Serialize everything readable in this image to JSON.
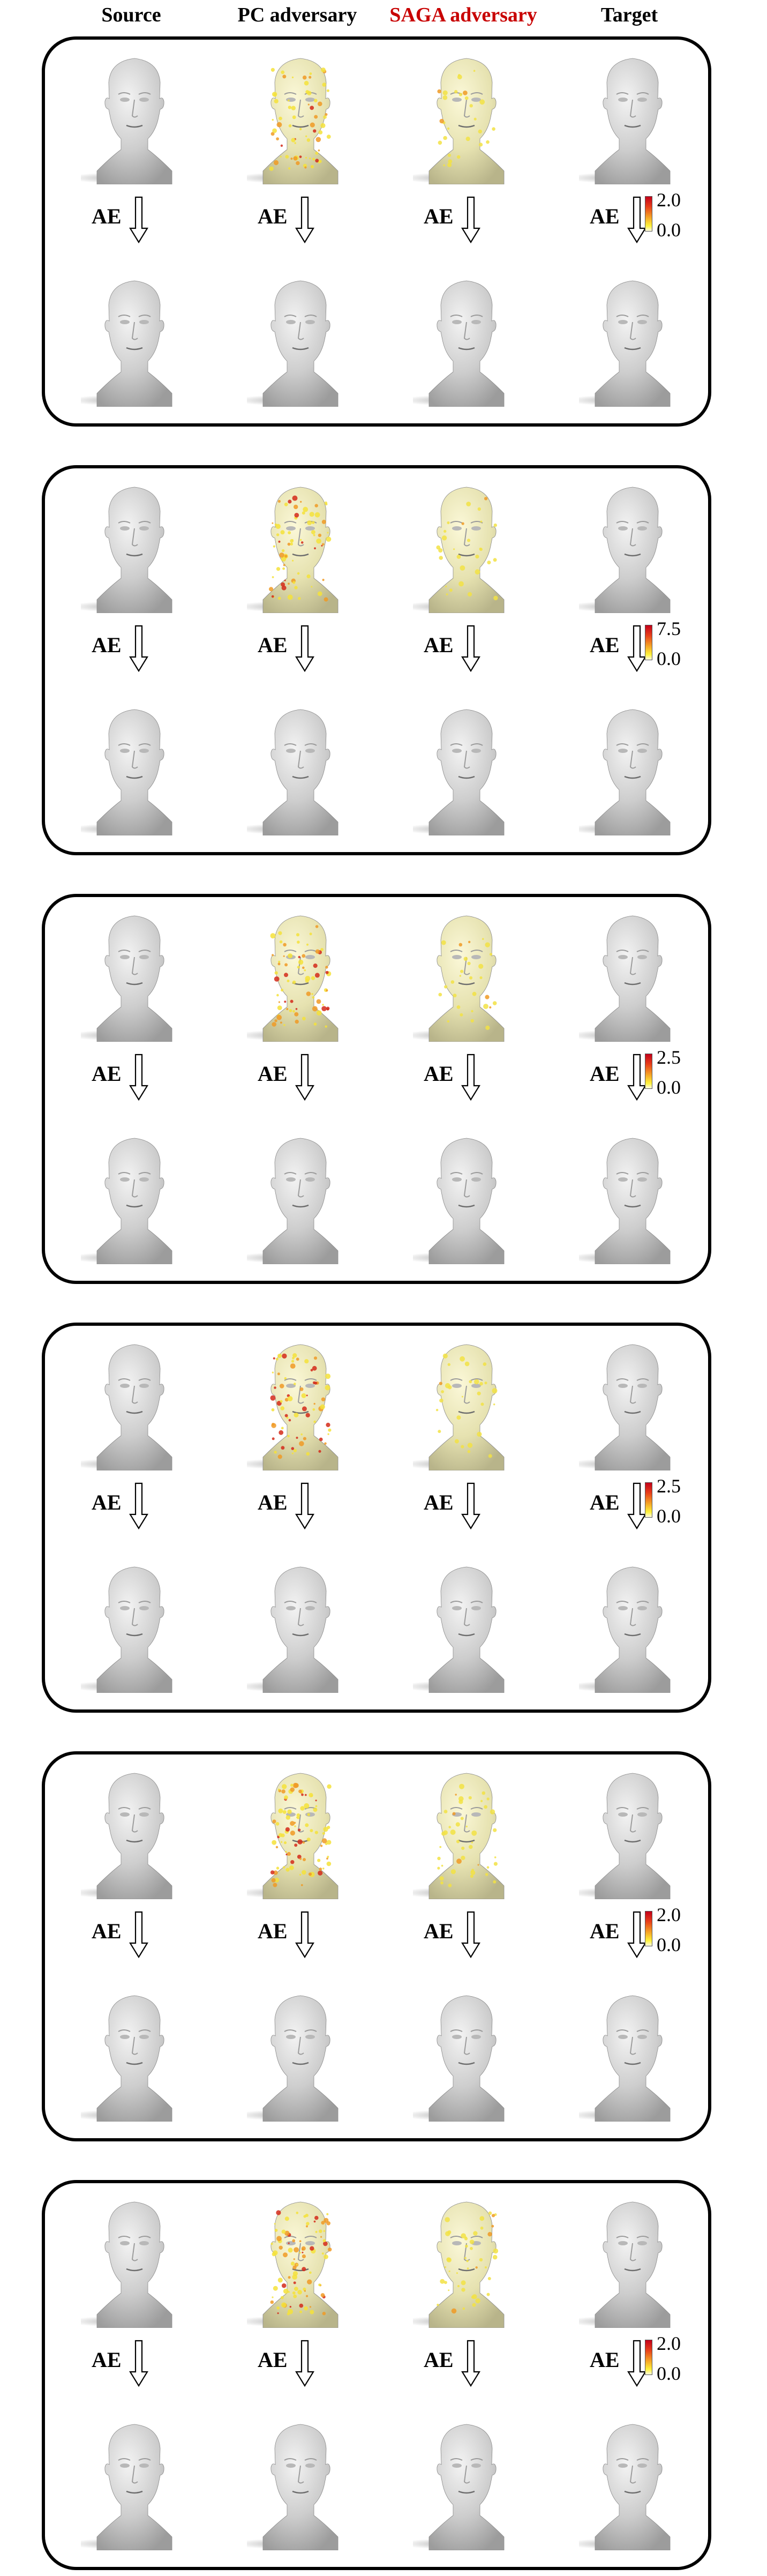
{
  "columns": [
    "Source",
    "PC adversary",
    "SAGA adversary",
    "Target"
  ],
  "column_header_colors": [
    "#000000",
    "#000000",
    "#c80000",
    "#000000"
  ],
  "ae_label": "AE",
  "icons": {
    "face": "head-mesh-render",
    "arrow": "down-arrow-icon"
  },
  "colormap": {
    "low_color": "#fffbe0",
    "mid_color": "#f5a326",
    "high_color": "#c4001a"
  },
  "panels": [
    {
      "scale_max": "2.0",
      "scale_min": "0.0",
      "pc_noise": "medium",
      "saga_noise": "low"
    },
    {
      "scale_max": "7.5",
      "scale_min": "0.0",
      "pc_noise": "medium",
      "saga_noise": "low"
    },
    {
      "scale_max": "2.5",
      "scale_min": "0.0",
      "pc_noise": "medium",
      "saga_noise": "low"
    },
    {
      "scale_max": "2.5",
      "scale_min": "0.0",
      "pc_noise": "medium",
      "saga_noise": "low"
    },
    {
      "scale_max": "2.0",
      "scale_min": "0.0",
      "pc_noise": "high",
      "saga_noise": "medium"
    },
    {
      "scale_max": "2.0",
      "scale_min": "0.0",
      "pc_noise": "high",
      "saga_noise": "medium"
    }
  ]
}
